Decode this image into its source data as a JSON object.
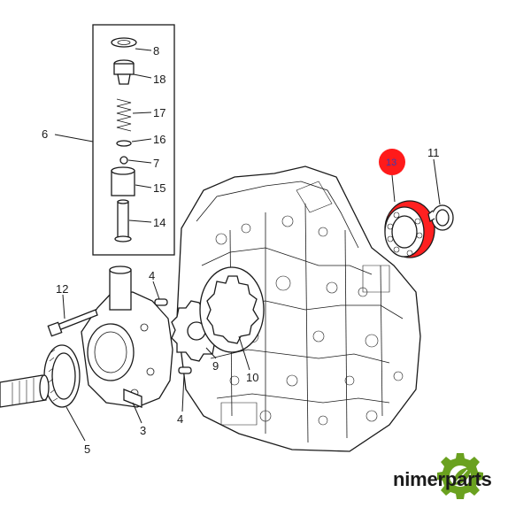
{
  "callouts": {
    "c3": "3",
    "c4a": "4",
    "c4b": "4",
    "c5": "5",
    "c6": "6",
    "c7": "7",
    "c8": "8",
    "c9": "9",
    "c10": "10",
    "c11": "11",
    "c12": "12",
    "c13": "13",
    "c14": "14",
    "c15": "15",
    "c16": "16",
    "c17": "17",
    "c18": "18"
  },
  "highlight": {
    "part": "13",
    "color": "#ff0000"
  },
  "brand": {
    "name": "nimerparts",
    "logo_color": "#6aa11f",
    "logo_icon": "gear-leaf-icon"
  }
}
